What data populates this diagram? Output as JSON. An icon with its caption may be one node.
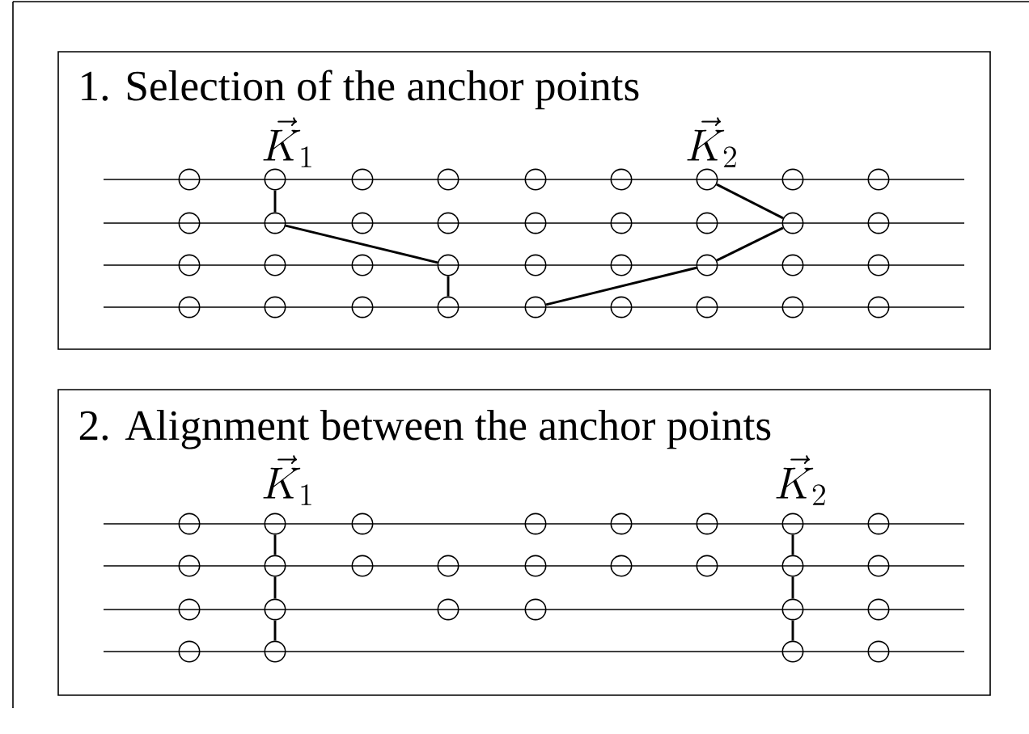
{
  "diagram": {
    "nodes": [
      {
        "text": [
          "1. Selection of the anchor points"
        ]
      },
      {
        "text": [],
        "shape": "circle",
        "in": 0
      },
      {
        "text": [],
        "shape": "circle",
        "in": 0
      },
      {
        "text": [],
        "shape": "circle",
        "in": 0
      },
      {
        "text": [],
        "shape": "circle",
        "in": 0
      },
      {
        "text": [],
        "shape": "circle",
        "in": 0
      },
      {
        "text": [],
        "shape": "circle",
        "in": 0
      },
      {
        "text": [],
        "shape": "circle",
        "in": 0
      },
      {
        "text": [],
        "shape": "circle",
        "in": 0
      },
      {
        "text": [],
        "shape": "circle",
        "in": 0
      },
      {
        "text": [],
        "shape": "circle",
        "in": 0
      },
      {
        "text": [],
        "shape": "circle",
        "in": 0
      },
      {
        "text": [],
        "shape": "circle",
        "in": 0
      },
      {
        "text": [],
        "shape": "circle",
        "in": 0
      },
      {
        "text": [],
        "shape": "circle",
        "in": 0
      },
      {
        "text": [],
        "shape": "circle",
        "in": 0
      },
      {
        "text": [],
        "shape": "circle",
        "in": 0
      },
      {
        "text": [],
        "shape": "circle",
        "in": 0
      },
      {
        "text": [],
        "shape": "circle",
        "in": 0
      },
      {
        "text": [],
        "shape": "circle",
        "in": 0
      },
      {
        "text": [],
        "shape": "circle",
        "in": 0
      },
      {
        "text": [],
        "shape": "circle",
        "in": 0
      },
      {
        "text": [],
        "shape": "circle",
        "in": 0
      },
      {
        "text": [],
        "shape": "circle",
        "in": 0
      },
      {
        "text": [],
        "shape": "circle",
        "in": 0
      },
      {
        "text": [],
        "shape": "circle",
        "in": 0
      },
      {
        "text": [],
        "shape": "circle",
        "in": 0
      },
      {
        "text": [],
        "shape": "circle",
        "in": 0
      },
      {
        "text": [],
        "shape": "circle",
        "in": 0
      },
      {
        "text": [],
        "shape": "circle",
        "in": 0
      },
      {
        "text": [],
        "shape": "circle",
        "in": 0
      },
      {
        "text": [],
        "shape": "circle",
        "in": 0
      },
      {
        "text": [],
        "shape": "circle",
        "in": 0
      },
      {
        "text": [],
        "shape": "circle",
        "in": 0
      },
      {
        "text": [],
        "shape": "circle",
        "in": 0
      },
      {
        "text": [],
        "shape": "circle",
        "in": 0
      },
      {
        "text": [],
        "shape": "circle",
        "in": 0
      },
      {
        "text": [
          "2. Alignment between the anchor points"
        ]
      },
      {
        "text": [],
        "shape": "circle",
        "in": 37
      },
      {
        "text": [],
        "shape": "circle",
        "in": 37
      },
      {
        "text": [],
        "shape": "circle",
        "in": 37
      },
      {
        "text": [],
        "shape": "circle",
        "in": 37
      },
      {
        "text": [],
        "shape": "circle",
        "in": 37
      },
      {
        "text": [],
        "shape": "circle",
        "in": 37
      },
      {
        "text": [],
        "shape": "circle",
        "in": 37
      },
      {
        "text": [],
        "shape": "circle",
        "in": 37
      },
      {
        "text": [],
        "shape": "circle",
        "in": 37
      },
      {
        "text": [],
        "shape": "circle",
        "in": 37
      },
      {
        "text": [],
        "shape": "circle",
        "in": 37
      },
      {
        "text": [],
        "shape": "circle",
        "in": 37
      },
      {
        "text": [],
        "shape": "circle",
        "in": 37
      },
      {
        "text": [],
        "shape": "circle",
        "in": 37
      },
      {
        "text": [],
        "shape": "circle",
        "in": 37
      },
      {
        "text": [],
        "shape": "circle",
        "in": 37
      },
      {
        "text": [],
        "shape": "circle",
        "in": 37
      },
      {
        "text": [],
        "shape": "circle",
        "in": 37
      },
      {
        "text": [],
        "shape": "circle",
        "in": 37
      },
      {
        "text": [],
        "shape": "circle",
        "in": 37
      },
      {
        "text": [],
        "shape": "circle",
        "in": 37
      },
      {
        "text": [],
        "shape": "circle",
        "in": 37
      },
      {
        "text": [],
        "shape": "circle",
        "in": 37
      },
      {
        "text": [],
        "shape": "circle",
        "in": 37
      },
      {
        "text": [],
        "shape": "circle",
        "in": 37
      },
      {
        "text": [],
        "shape": "circle",
        "in": 37
      },
      {
        "text": [],
        "shape": "circle",
        "in": 37
      }
    ],
    "edges": [
      {
        "from": 2,
        "to": 11,
        "arrow": "none"
      },
      {
        "from": 11,
        "to": 22,
        "arrow": "none"
      },
      {
        "from": 22,
        "to": 31,
        "arrow": "none"
      },
      {
        "from": 32,
        "to": 25,
        "arrow": "none"
      },
      {
        "from": 25,
        "to": 17,
        "arrow": "none"
      },
      {
        "from": 17,
        "to": 7,
        "arrow": "none"
      },
      {
        "from": 39,
        "to": 47,
        "arrow": "none"
      },
      {
        "from": 47,
        "to": 56,
        "arrow": "none"
      },
      {
        "from": 56,
        "to": 62,
        "arrow": "none"
      },
      {
        "from": 44,
        "to": 53,
        "arrow": "none"
      },
      {
        "from": 53,
        "to": 59,
        "arrow": "none"
      },
      {
        "from": 59,
        "to": 63,
        "arrow": "none"
      }
    ],
    "labels": [
      "\\vec{K}_1",
      "\\vec{K}_2",
      "\\vec{K}_1",
      "\\vec{K}_2"
    ]
  }
}
